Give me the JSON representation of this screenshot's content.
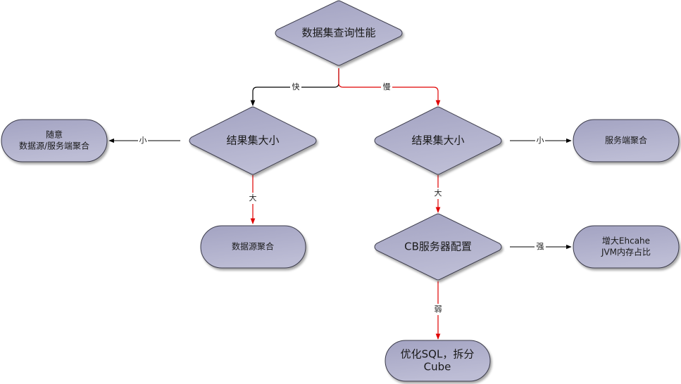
{
  "colors": {
    "node_fill_top": "#a8a8c6",
    "node_fill_bottom": "#bcbcd4",
    "node_stroke": "#3a3a4a",
    "edge_black": "#000000",
    "edge_red": "#e00000"
  },
  "nodes": {
    "root": {
      "label": "数据集查询性能",
      "shape": "decision"
    },
    "left_size": {
      "label": "结果集大小",
      "shape": "decision"
    },
    "right_size": {
      "label": "结果集大小",
      "shape": "decision"
    },
    "random_agg": {
      "line1": "随意",
      "line2": "数据源/服务端聚合",
      "shape": "terminal"
    },
    "server_agg": {
      "label": "服务端聚合",
      "shape": "terminal"
    },
    "source_agg": {
      "label": "数据源聚合",
      "shape": "terminal"
    },
    "cb_config": {
      "label": "CB服务器配置",
      "shape": "decision"
    },
    "ehcache": {
      "line1": "增大Ehcahe",
      "line2": "JVM内存占比",
      "shape": "terminal"
    },
    "optimize": {
      "line1": "优化SQL，拆分",
      "line2": "Cube",
      "shape": "terminal"
    }
  },
  "edges": {
    "fast": {
      "label": "快",
      "from": "root",
      "to": "left_size",
      "color": "black"
    },
    "slow": {
      "label": "慢",
      "from": "root",
      "to": "right_size",
      "color": "red"
    },
    "left_small": {
      "label": "小",
      "from": "left_size",
      "to": "random_agg",
      "color": "black"
    },
    "left_big": {
      "label": "大",
      "from": "left_size",
      "to": "source_agg",
      "color": "red"
    },
    "right_small": {
      "label": "小",
      "from": "right_size",
      "to": "server_agg",
      "color": "black"
    },
    "right_big": {
      "label": "大",
      "from": "right_size",
      "to": "cb_config",
      "color": "red"
    },
    "strong": {
      "label": "强",
      "from": "cb_config",
      "to": "ehcache",
      "color": "black"
    },
    "weak": {
      "label": "弱",
      "from": "cb_config",
      "to": "optimize",
      "color": "red"
    }
  }
}
